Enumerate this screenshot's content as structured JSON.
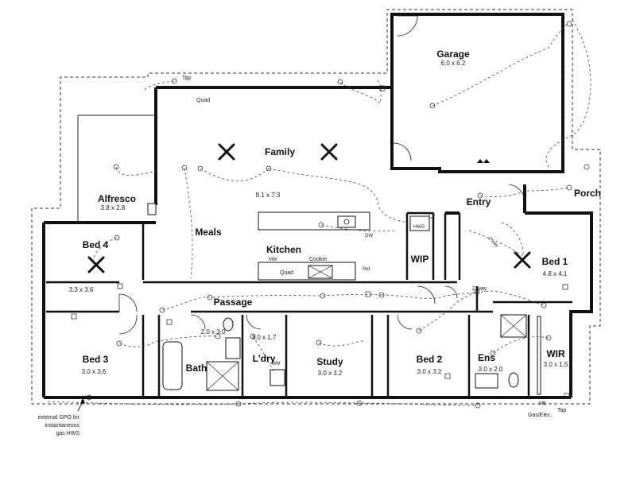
{
  "rooms": {
    "garage": {
      "name": "Garage",
      "dim": "6.0 x 6.2"
    },
    "family": {
      "name": "Family",
      "dim": "9.1 x 7.3"
    },
    "alfresco": {
      "name": "Alfresco",
      "dim": "3.8 x 2.8"
    },
    "meals": {
      "name": "Meals"
    },
    "kitchen": {
      "name": "Kitchen"
    },
    "bed4": {
      "name": "Bed 4",
      "dim": "3.3 x 3.6"
    },
    "bed1": {
      "name": "Bed 1",
      "dim": "4.8 x 4.1"
    },
    "entry": {
      "name": "Entry"
    },
    "porch": {
      "name": "Porch"
    },
    "wip": {
      "name": "WIP"
    },
    "passage": {
      "name": "Passage"
    },
    "bed3": {
      "name": "Bed 3",
      "dim": "3.0 x 3.6"
    },
    "bath": {
      "name": "Bath",
      "dim": "2.0 x 3.0"
    },
    "laundry": {
      "name": "L'dry",
      "dim": "3.0 x 1.7"
    },
    "study": {
      "name": "Study",
      "dim": "3.0 x 3.2"
    },
    "bed2": {
      "name": "Bed 2",
      "dim": "3.0 x 3.2"
    },
    "ens": {
      "name": "Ens",
      "dim": "3.0 x 2.0"
    },
    "wir": {
      "name": "WIR",
      "dim": "3.0 x 1.5"
    }
  },
  "labels": {
    "tap_top": "Tap",
    "tap_bottom": "Tap",
    "quad_top": "Quad",
    "quad_kitchen": "Quad",
    "mw": "MW",
    "cooker": "Cooker",
    "ref": "Ref.",
    "dw": "DW",
    "hws": "HWS",
    "two_way_bed1": "2 way",
    "two_way_passage": "2 way",
    "wm": "WM",
    "mb": "MB",
    "gas_elec": "Gas/Elec."
  },
  "note": {
    "line1": "external GPO for",
    "line2": "instantaneous",
    "line3": "gas HWS"
  }
}
